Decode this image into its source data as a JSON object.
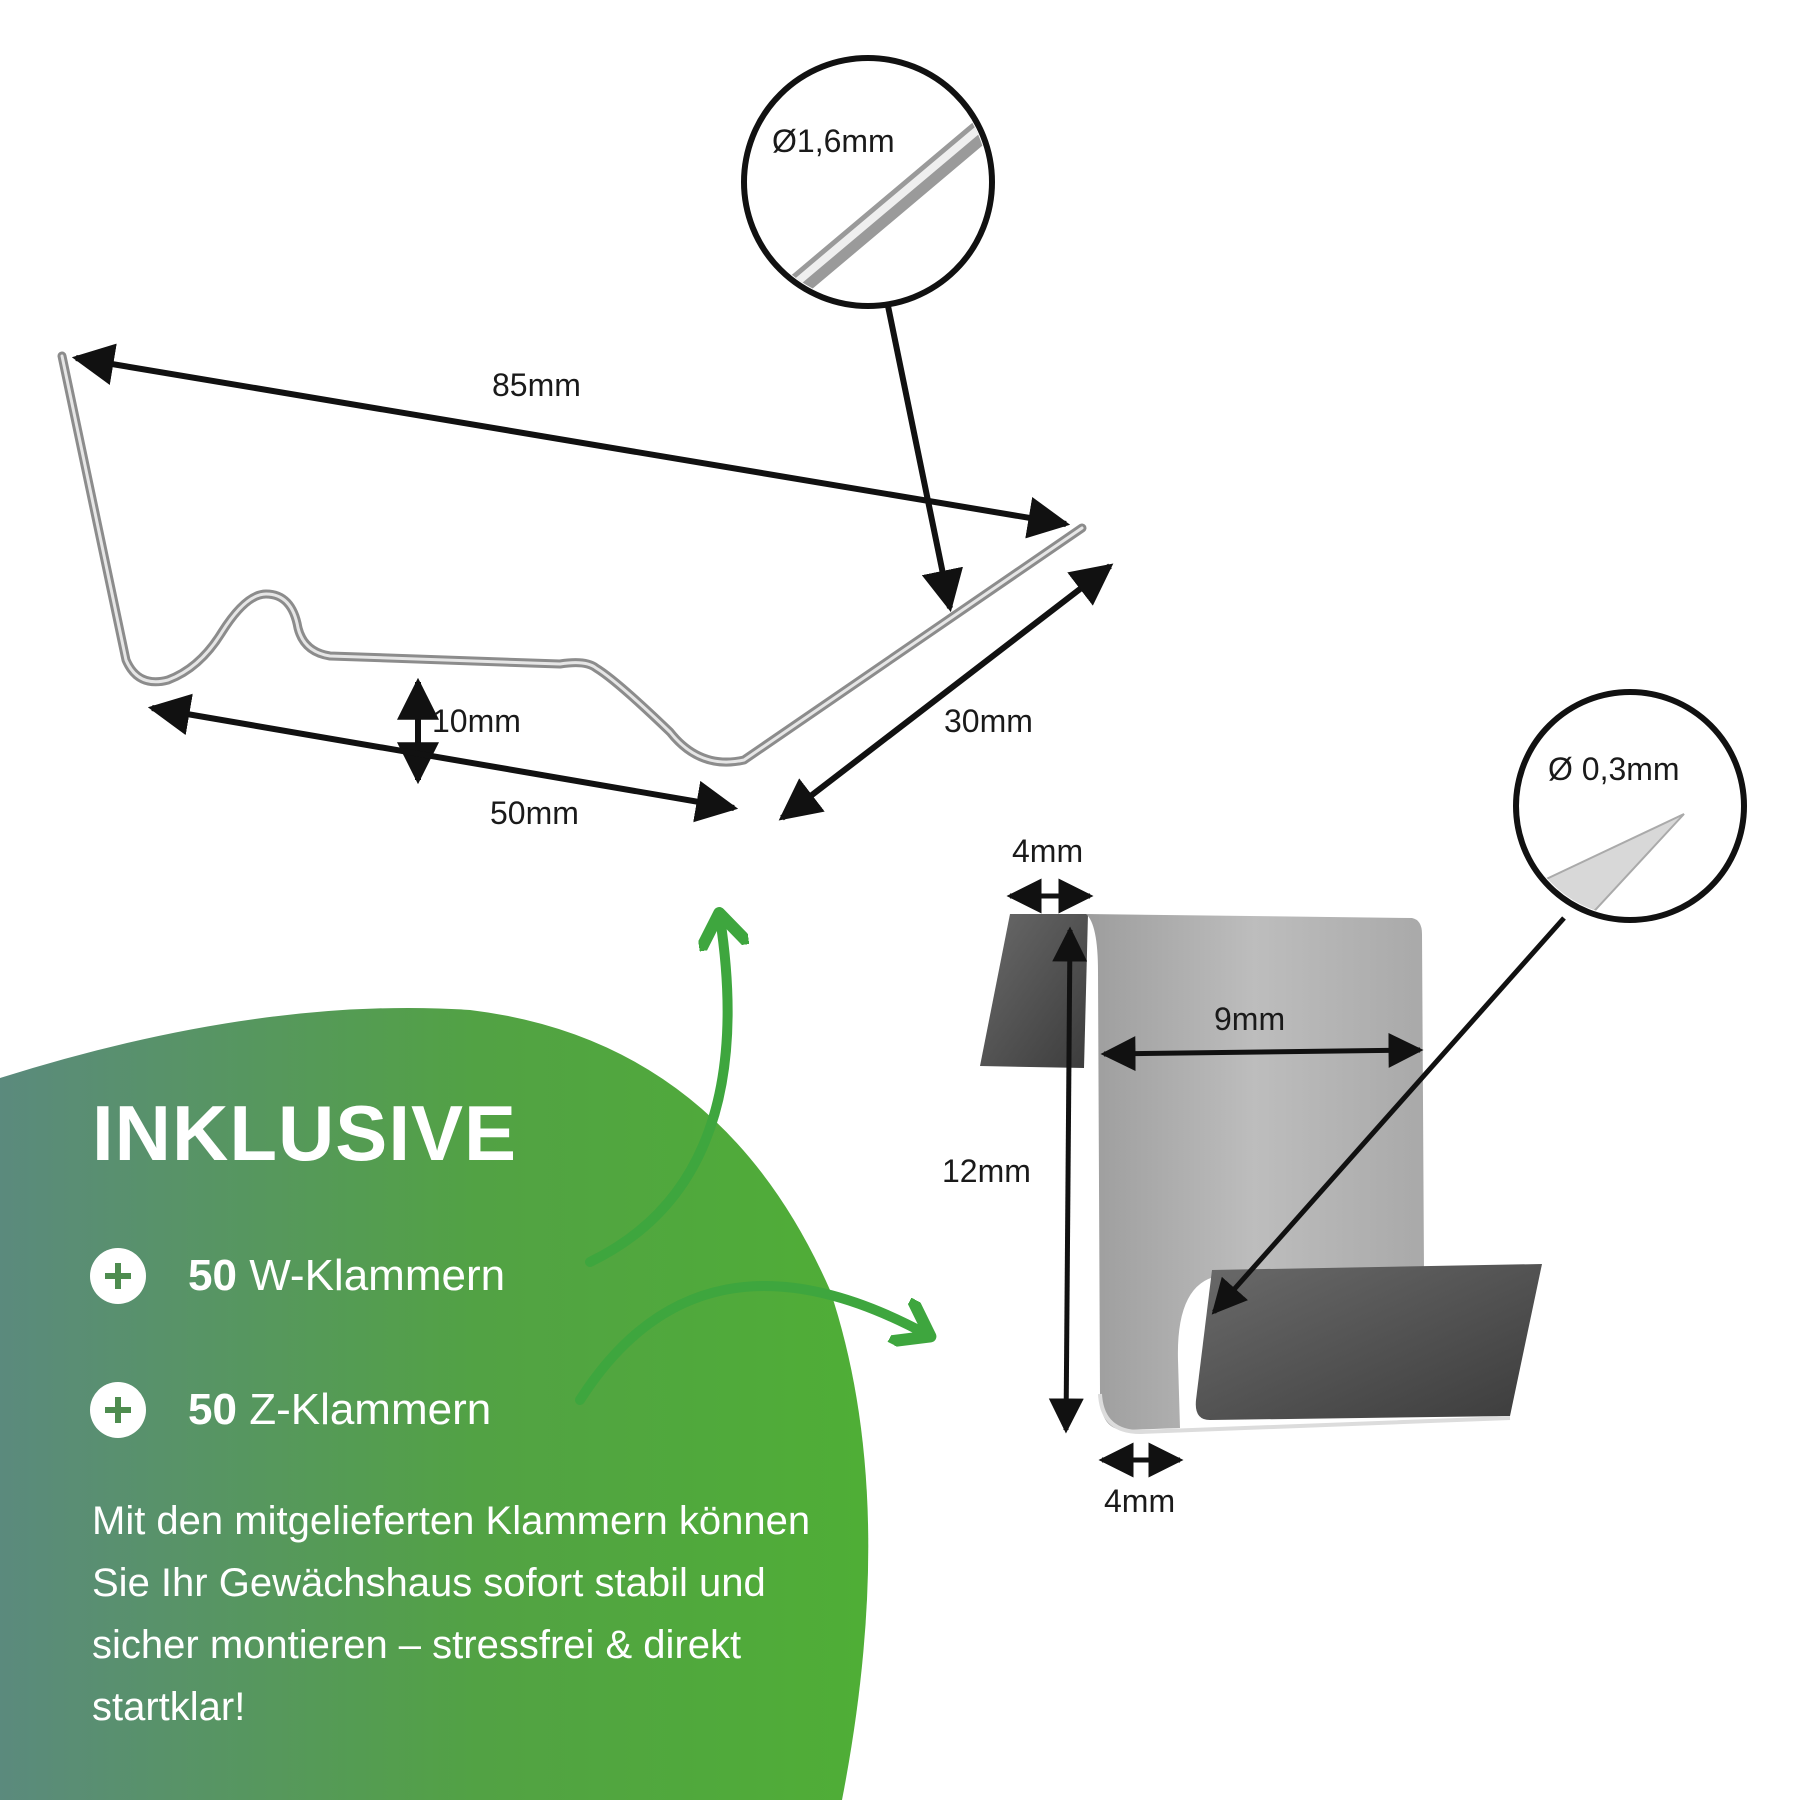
{
  "colors": {
    "green_light": "#4fae36",
    "green_dark": "#5b8a7d",
    "arrow_green": "#3ea63e",
    "metal": "#b8b8b8",
    "metal_dark": "#555555"
  },
  "w_clip": {
    "length_label": "85mm",
    "wire_diameter_label": "Ø1,6mm",
    "depth_label": "30mm",
    "height_label": "10mm",
    "base_label": "50mm"
  },
  "z_clip": {
    "thickness_label": "Ø 0,3mm",
    "top_width_label": "4mm",
    "inner_width_label": "9mm",
    "height_label": "12mm",
    "bottom_width_label": "4mm"
  },
  "overlay": {
    "headline": "INKLUSIVE",
    "items": [
      {
        "count": "50",
        "label": "W-Klammern",
        "icon": "plus-icon"
      },
      {
        "count": "50",
        "label": "Z-Klammern",
        "icon": "plus-icon"
      }
    ],
    "description": "Mit den mitgelieferten Klammern können Sie Ihr Gewächshaus sofort stabil und sicher montieren – stressfrei & direkt startklar!"
  }
}
